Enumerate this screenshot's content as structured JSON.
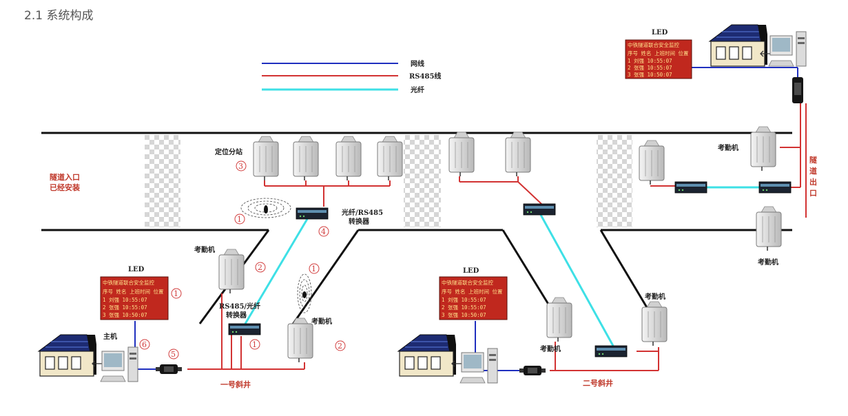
{
  "page": {
    "heading": "2.1 系统构成"
  },
  "legend": {
    "items": [
      {
        "label": "网线",
        "color": "#1f2fbf"
      },
      {
        "label": "RS485线",
        "color": "#d23232"
      },
      {
        "label": "光纤",
        "color": "#3ee0e6"
      }
    ]
  },
  "labels": {
    "tunnel_entrance": [
      "隧道入口",
      "已经安装"
    ],
    "tunnel_exit": [
      "隧",
      "道",
      "出",
      "口"
    ],
    "positioning_substation": "定位分站",
    "converter_fiber_rs485": [
      "光纤/RS485",
      "转换器"
    ],
    "converter_rs485_fiber": [
      "RS485/光纤",
      "转换器"
    ],
    "attendance_machine": "考勤机",
    "main_host": "主机",
    "led": "LED",
    "shaft_one": "一号斜井",
    "shaft_two": "二号斜井"
  },
  "markers": [
    "1",
    "2",
    "3",
    "4",
    "5",
    "6"
  ],
  "led_board": {
    "header": "中铁隧道联合安全监控",
    "columns": "序号 姓名 上班时间 位置",
    "rows": [
      "1  刘强 10:55:07",
      "2  张强 10:55:07",
      "3  张强 10:50:07"
    ]
  },
  "colors": {
    "network_cable": "#1f2fbf",
    "rs485_cable": "#d23232",
    "fiber": "#3ee0e6",
    "tunnel_wall": "#111111",
    "led_bg": "#c0281e"
  }
}
